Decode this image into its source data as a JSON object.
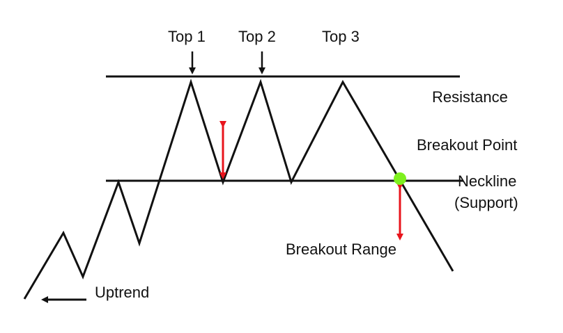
{
  "labels": {
    "top1": "Top 1",
    "top2": "Top 2",
    "top3": "Top 3",
    "resistance": "Resistance",
    "breakout_point": "Breakout Point",
    "neckline": "Neckline",
    "support": "(Support)",
    "breakout_range": "Breakout Range",
    "uptrend": "Uptrend"
  },
  "colors": {
    "line": "#111111",
    "range_arrow": "#e8141c",
    "breakout_dot": "#7ef01e"
  }
}
